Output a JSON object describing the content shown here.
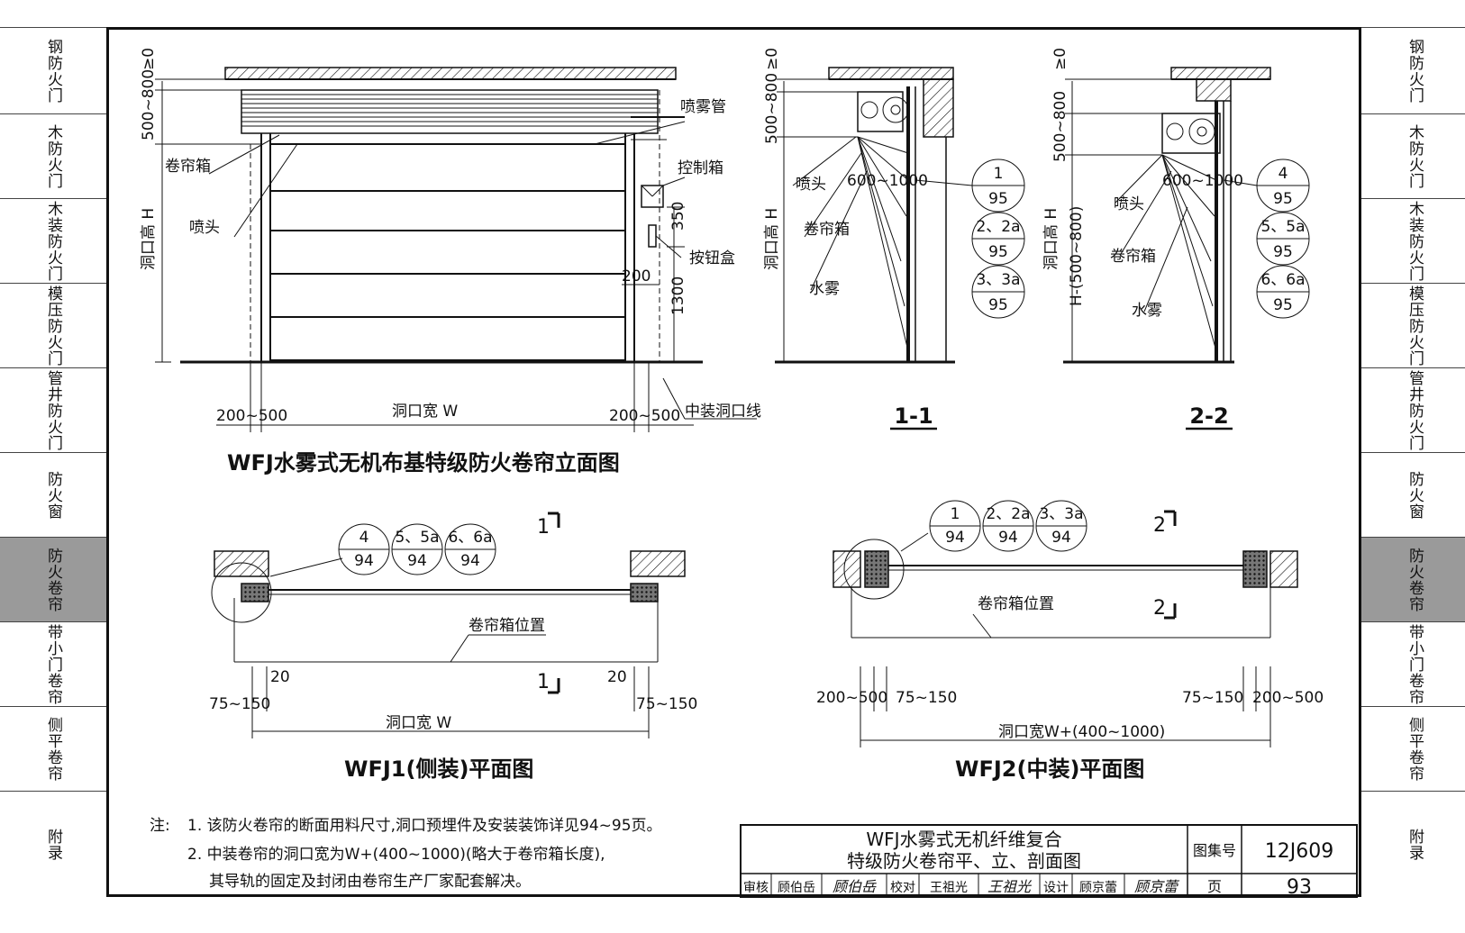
{
  "side_tabs": [
    {
      "label": "钢防火门",
      "active": false
    },
    {
      "label": "木防火门",
      "active": false
    },
    {
      "label": "木装防火门",
      "active": false
    },
    {
      "label": "模压防火门",
      "active": false
    },
    {
      "label": "管井防火门",
      "active": false
    },
    {
      "label": "防火窗",
      "active": false
    },
    {
      "label": "防火卷帘",
      "active": true
    },
    {
      "label": "带小门卷帘",
      "active": false
    },
    {
      "label": "侧平卷帘",
      "active": false
    },
    {
      "label": "附录",
      "active": false
    }
  ],
  "elevation": {
    "title": "WFJ水雾式无机布基特级防火卷帘立面图",
    "dim_top": "≥0",
    "dim_box": "500~800",
    "dim_height": "洞口高 H",
    "dim_side_left": "200~500",
    "dim_width": "洞口宽 W",
    "dim_side_right": "200~500",
    "dim_350": "350",
    "dim_200": "200",
    "dim_1300": "1300",
    "label_spray_pipe": "喷雾管",
    "label_box": "卷帘箱",
    "label_control_box": "控制箱",
    "label_nozzle": "喷头",
    "label_button_box": "按钮盒",
    "label_center_line": "中装洞口线"
  },
  "section11": {
    "title": "1-1",
    "dim_top": "≥0",
    "dim_box": "500~800",
    "dim_height": "洞口高 H",
    "dim_600": "600~1000",
    "label_nozzle": "喷头",
    "label_box": "卷帘箱",
    "label_mist": "水雾",
    "refs": [
      {
        "num": "1",
        "page": "95"
      },
      {
        "num": "2、2a",
        "page": "95"
      },
      {
        "num": "3、3a",
        "page": "95"
      }
    ]
  },
  "section22": {
    "title": "2-2",
    "dim_top": "≥0",
    "dim_box": "500~800",
    "dim_height": "洞口高 H",
    "dim_h_minus": "H-(500~800)",
    "dim_600": "600~1000",
    "label_nozzle": "喷头",
    "label_box": "卷帘箱",
    "label_mist": "水雾",
    "refs": [
      {
        "num": "4",
        "page": "95"
      },
      {
        "num": "5、5a",
        "page": "95"
      },
      {
        "num": "6、6a",
        "page": "95"
      }
    ]
  },
  "plan1": {
    "title": "WFJ1(侧装)平面图",
    "label_box_pos": "卷帘箱位置",
    "cut_label": "1",
    "dim_20_left": "20",
    "dim_20_right": "20",
    "dim_75_left": "75~150",
    "dim_75_right": "75~150",
    "dim_width": "洞口宽 W",
    "refs": [
      {
        "num": "4",
        "page": "94"
      },
      {
        "num": "5、5a",
        "page": "94"
      },
      {
        "num": "6、6a",
        "page": "94"
      }
    ]
  },
  "plan2": {
    "title": "WFJ2(中装)平面图",
    "label_box_pos": "卷帘箱位置",
    "cut_label": "2",
    "dim_200_left": "200~500",
    "dim_75_left": "75~150",
    "dim_75_right": "75~150",
    "dim_200_right": "200~500",
    "dim_width": "洞口宽W+(400~1000)",
    "refs": [
      {
        "num": "1",
        "page": "94"
      },
      {
        "num": "2、2a",
        "page": "94"
      },
      {
        "num": "3、3a",
        "page": "94"
      }
    ]
  },
  "notes": {
    "label": "注:",
    "line1": "1. 该防火卷帘的断面用料尺寸,洞口预埋件及安装装饰详见94~95页。",
    "line2": "2. 中装卷帘的洞口宽为W+(400~1000)(略大于卷帘箱长度),",
    "line3": "其导轨的固定及封闭由卷帘生产厂家配套解决。"
  },
  "title_block": {
    "title_line1": "WFJ水雾式无机纤维复合",
    "title_line2": "特级防火卷帘平、立、剖面图",
    "atlas_label": "图集号",
    "atlas_no": "12J609",
    "page_label": "页",
    "page_no": "93",
    "review_label": "审核",
    "review_name": "顾伯岳",
    "review_sign": "顾伯岳",
    "check_label": "校对",
    "check_name": "王祖光",
    "check_sign": "王祖光",
    "design_label": "设计",
    "design_name": "顾京蕾",
    "design_sign": "顾京蕾"
  }
}
